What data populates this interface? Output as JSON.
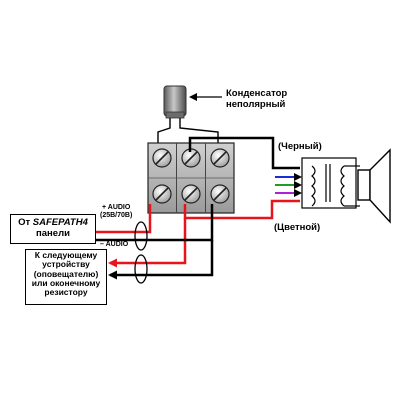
{
  "labels": {
    "capacitor_line1": "Конденсатор",
    "capacitor_line2": "неполярный",
    "black": "(Черный)",
    "colored": "(Цветной)",
    "audio_plus_line1": "+ AUDIO",
    "audio_plus_line2": "(25В/70В)",
    "audio_minus": "– AUDIO",
    "panel_prefix": "От ",
    "panel_brand": "SAFEPATH4",
    "panel_suffix": "панели",
    "next_device_lines": [
      "К следующему",
      "устройству",
      "(оповещателю)",
      "или оконечному",
      "резистору"
    ]
  },
  "colors": {
    "wire_positive": "#e8141b",
    "wire_negative": "#000000",
    "tap_blue": "#1c2bd9",
    "tap_green": "#1f9b2a",
    "tap_purple": "#b020d6",
    "terminal_fill": "#bcbcbc",
    "capacitor_fill": "#8f8f8f"
  }
}
